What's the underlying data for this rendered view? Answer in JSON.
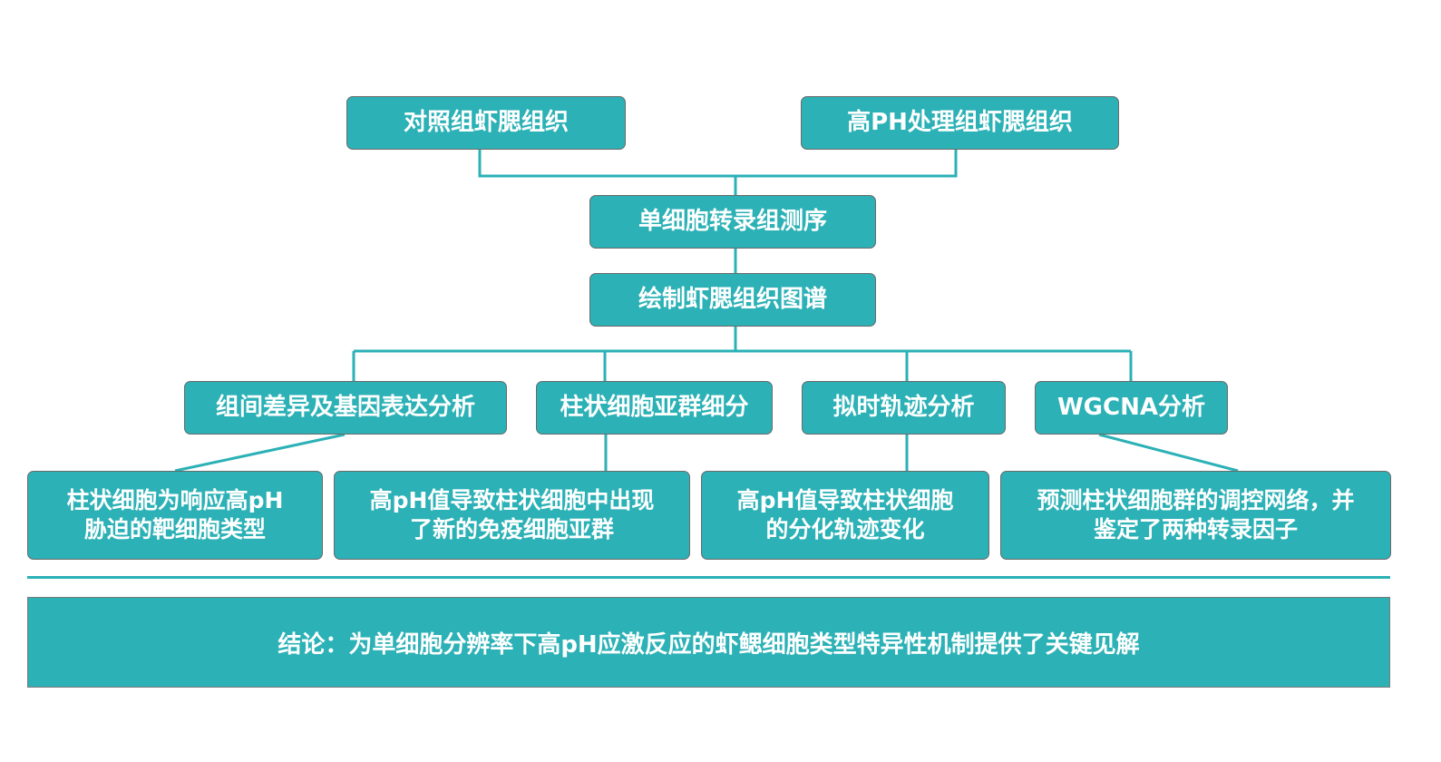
{
  "colors": {
    "node_fill": "#2bb1b6",
    "node_border": "#6a6a6a",
    "connector": "#2bb1b6",
    "text": "#ffffff"
  },
  "inputs": {
    "control": "对照组虾腮组织",
    "high_ph": "高PH处理组虾腮组织"
  },
  "pipeline": {
    "sequencing": "单细胞转录组测序",
    "atlas": "绘制虾腮组织图谱"
  },
  "analyses": [
    "组间差异及基因表达分析",
    "柱状细胞亚群细分",
    "拟时轨迹分析",
    "WGCNA分析"
  ],
  "findings": [
    {
      "line1": "柱状细胞为响应高pH",
      "line2": "胁迫的靶细胞类型"
    },
    {
      "line1": "高pH值导致柱状细胞中出现",
      "line2": "了新的免疫细胞亚群"
    },
    {
      "line1": "高pH值导致柱状细胞",
      "line2": "的分化轨迹变化"
    },
    {
      "line1": "预测柱状细胞群的调控网络，并",
      "line2": "鉴定了两种转录因子"
    }
  ],
  "conclusion": "结论：为单细胞分辨率下高pH应激反应的虾鳃细胞类型特异性机制提供了关键见解"
}
